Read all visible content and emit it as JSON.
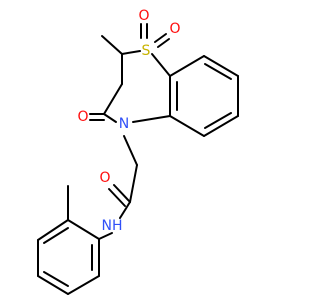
{
  "colors": {
    "background": "#ffffff",
    "bond": "#000000",
    "sulfur": "#c8b400",
    "oxygen": "#ff0d0d",
    "nitrogen": "#3050f8"
  },
  "atoms": {
    "sulfur": "S",
    "oxygen": "O",
    "nitrogen": "N",
    "amide_nh": "NH"
  }
}
